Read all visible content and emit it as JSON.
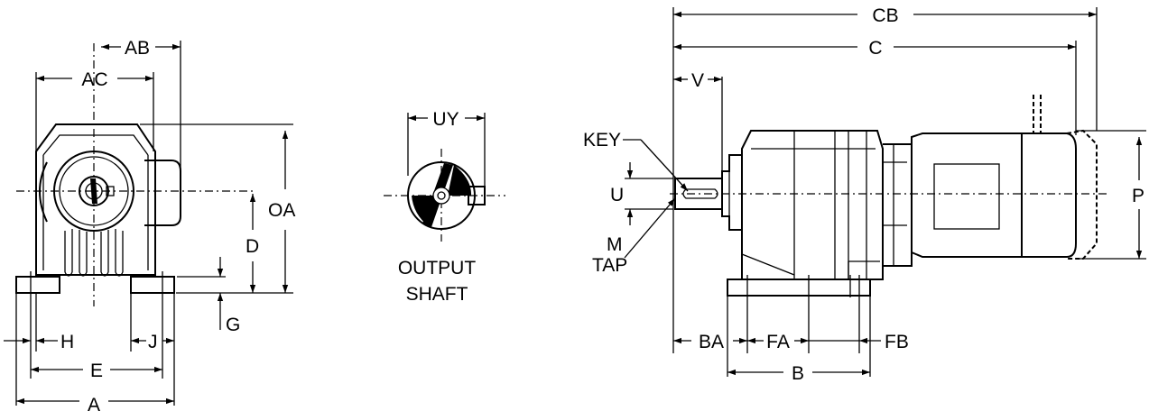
{
  "labels": {
    "AB": "AB",
    "AC": "AC",
    "OA": "OA",
    "D": "D",
    "G": "G",
    "H": "H",
    "J": "J",
    "E": "E",
    "A": "A",
    "UY": "UY",
    "output": "OUTPUT",
    "shaft": "SHAFT",
    "CB": "CB",
    "C": "C",
    "V": "V",
    "KEY": "KEY",
    "U": "U",
    "M": "M",
    "TAP": "TAP",
    "P": "P",
    "BA": "BA",
    "FA": "FA",
    "FB": "FB",
    "B": "B"
  }
}
